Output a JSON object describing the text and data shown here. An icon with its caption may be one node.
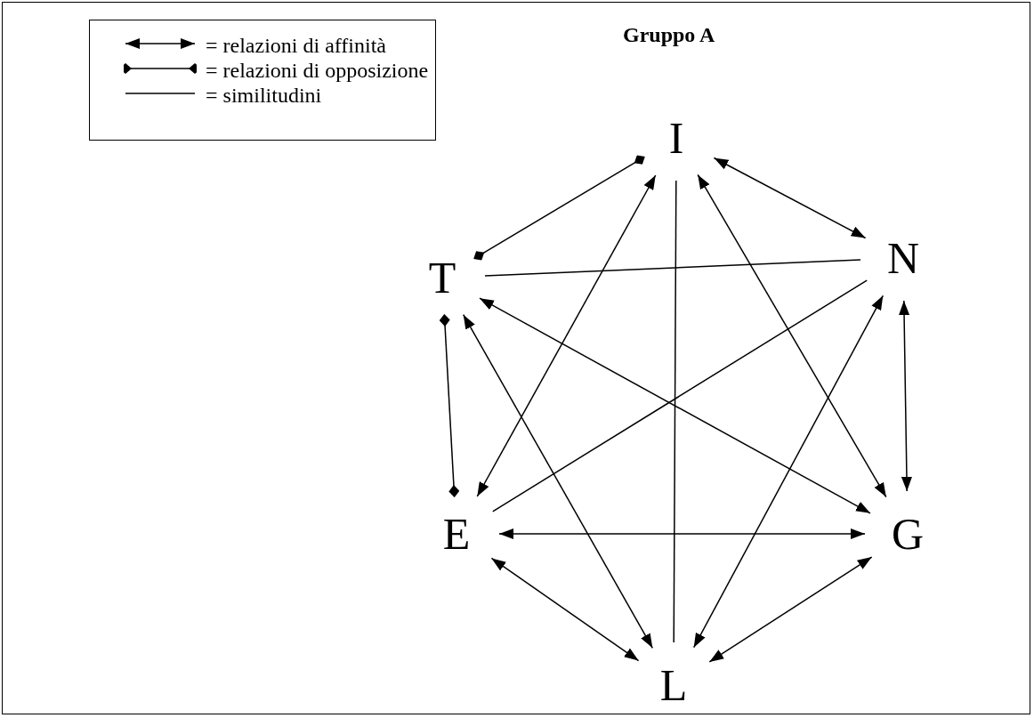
{
  "diagram": {
    "title": "Gruppo A",
    "nodes": [
      {
        "text": [
          "I"
        ]
      },
      {
        "text": [
          "N"
        ]
      },
      {
        "text": [
          "T"
        ]
      },
      {
        "text": [
          "E"
        ]
      },
      {
        "text": [
          "G"
        ]
      },
      {
        "text": [
          "L"
        ]
      }
    ],
    "edges": [
      {
        "from": 0,
        "to": 1,
        "arrow": "both"
      },
      {
        "from": 2,
        "to": 0,
        "arrow": "other"
      },
      {
        "from": 2,
        "to": 1,
        "arrow": "none"
      },
      {
        "from": 0,
        "to": 5,
        "arrow": "none"
      },
      {
        "from": 0,
        "to": 3,
        "arrow": "both"
      },
      {
        "from": 0,
        "to": 4,
        "arrow": "both"
      },
      {
        "from": 1,
        "to": 4,
        "arrow": "both"
      },
      {
        "from": 1,
        "to": 3,
        "arrow": "none"
      },
      {
        "from": 1,
        "to": 5,
        "arrow": "both"
      },
      {
        "from": 2,
        "to": 4,
        "arrow": "both"
      },
      {
        "from": 2,
        "to": 5,
        "arrow": "both"
      },
      {
        "from": 2,
        "to": 3,
        "arrow": "other"
      },
      {
        "from": 3,
        "to": 4,
        "arrow": "both"
      },
      {
        "from": 3,
        "to": 5,
        "arrow": "both"
      },
      {
        "from": 4,
        "to": 5,
        "arrow": "both"
      }
    ],
    "legend": [
      {
        "text": "= relazioni di affinità"
      },
      {
        "text": "= relazioni di opposizione"
      },
      {
        "text": "= similitudini"
      }
    ]
  }
}
